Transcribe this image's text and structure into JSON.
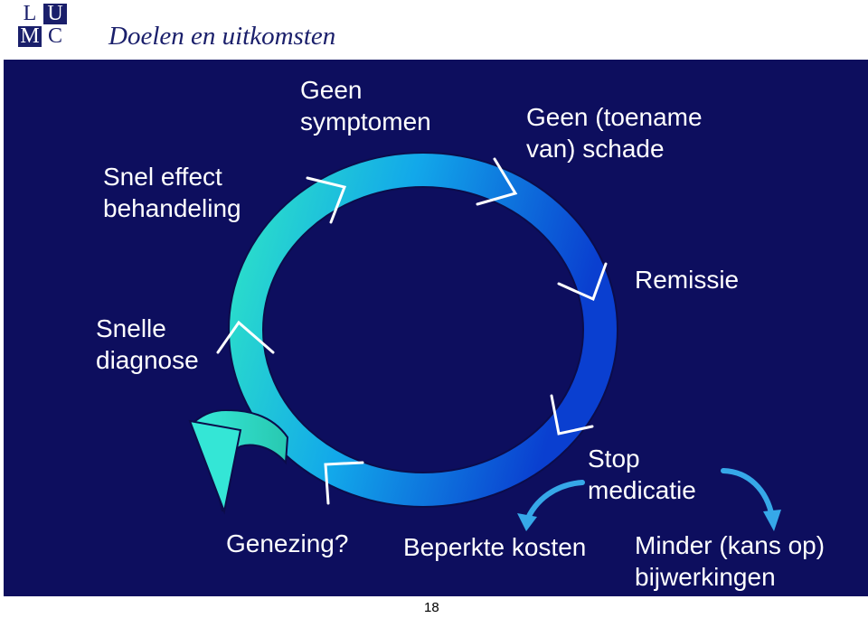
{
  "logo": {
    "letters": [
      "L",
      "U",
      "M",
      "C"
    ]
  },
  "title": "Doelen en uitkomsten",
  "cycle_steps": {
    "snel_effect": [
      "Snel effect",
      "behandeling"
    ],
    "geen_symptomen": [
      "Geen",
      "symptomen"
    ],
    "geen_schade": [
      "Geen (toename",
      "van) schade"
    ],
    "remissie": "Remissie",
    "stop_medicatie": [
      "Stop",
      "medicatie"
    ],
    "snelle_diagnose": [
      "Snelle",
      "diagnose"
    ]
  },
  "outcomes": {
    "genezing": "Genezing?",
    "beperkte_kosten": "Beperkte kosten",
    "minder_bijwerkingen": [
      "Minder (kans op)",
      "bijwerkingen"
    ]
  },
  "page_number": "18",
  "colors": {
    "background": "#0d0e5e",
    "title": "#1a1f6b",
    "cycle_start": "#2de2c8",
    "cycle_end": "#0a3fd0",
    "outcome_arrow": "#36a8e8",
    "label_text": "#ffffff"
  }
}
